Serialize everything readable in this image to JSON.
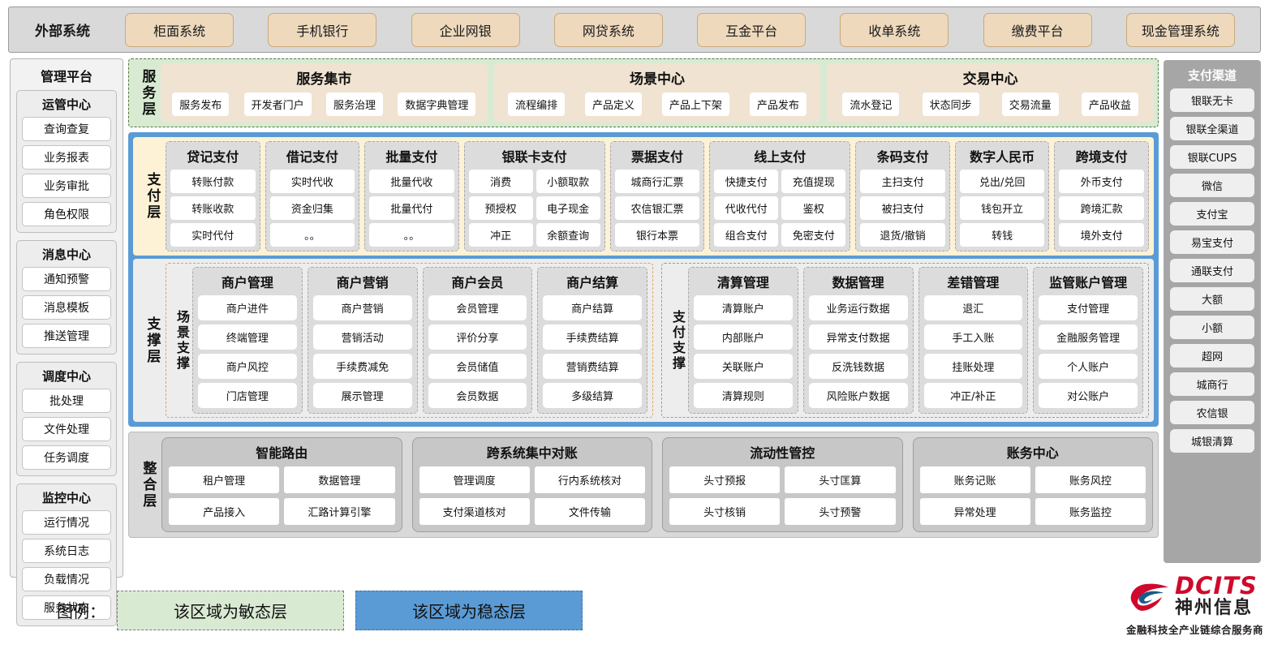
{
  "external": {
    "title": "外部系统",
    "items": [
      "柜面系统",
      "手机银行",
      "企业网银",
      "网贷系统",
      "互金平台",
      "收单系统",
      "缴费平台",
      "现金管理系统"
    ]
  },
  "management": {
    "title": "管理平台",
    "groups": [
      {
        "title": "运管中心",
        "items": [
          "查询查复",
          "业务报表",
          "业务审批",
          "角色权限"
        ]
      },
      {
        "title": "消息中心",
        "items": [
          "通知预警",
          "消息模板",
          "推送管理"
        ]
      },
      {
        "title": "调度中心",
        "items": [
          "批处理",
          "文件处理",
          "任务调度"
        ]
      },
      {
        "title": "监控中心",
        "items": [
          "运行情况",
          "系统日志",
          "负载情况",
          "服务状态"
        ]
      }
    ]
  },
  "channels": {
    "title": "支付渠道",
    "items": [
      "银联无卡",
      "银联全渠道",
      "银联CUPS",
      "微信",
      "支付宝",
      "易宝支付",
      "通联支付",
      "大额",
      "小额",
      "超网",
      "城商行",
      "农信银",
      "城银清算"
    ]
  },
  "service_layer": {
    "label": "服务层",
    "cards": [
      {
        "title": "服务集市",
        "items": [
          "服务发布",
          "开发者门户",
          "服务治理",
          "数据字典管理"
        ]
      },
      {
        "title": "场景中心",
        "items": [
          "流程编排",
          "产品定义",
          "产品上下架",
          "产品发布"
        ]
      },
      {
        "title": "交易中心",
        "items": [
          "流水登记",
          "状态同步",
          "交易流量",
          "产品收益"
        ]
      }
    ]
  },
  "pay_layer": {
    "label": "支付层",
    "cards": [
      {
        "title": "贷记支付",
        "cols": 1,
        "items": [
          "转账付款",
          "转账收款",
          "实时代付"
        ]
      },
      {
        "title": "借记支付",
        "cols": 1,
        "items": [
          "实时代收",
          "资金归集",
          "。。"
        ]
      },
      {
        "title": "批量支付",
        "cols": 1,
        "items": [
          "批量代收",
          "批量代付",
          "。。"
        ]
      },
      {
        "title": "银联卡支付",
        "cols": 2,
        "items": [
          "消费",
          "小额取款",
          "预授权",
          "电子现金",
          "冲正",
          "余额查询"
        ]
      },
      {
        "title": "票据支付",
        "cols": 1,
        "items": [
          "城商行汇票",
          "农信银汇票",
          "银行本票"
        ]
      },
      {
        "title": "线上支付",
        "cols": 2,
        "items": [
          "快捷支付",
          "充值提现",
          "代收代付",
          "鉴权",
          "组合支付",
          "免密支付"
        ]
      },
      {
        "title": "条码支付",
        "cols": 1,
        "items": [
          "主扫支付",
          "被扫支付",
          "退货/撤销"
        ]
      },
      {
        "title": "数字人民币",
        "cols": 1,
        "items": [
          "兑出/兑回",
          "钱包开立",
          "转钱"
        ]
      },
      {
        "title": "跨境支付",
        "cols": 1,
        "items": [
          "外币支付",
          "跨境汇款",
          "境外支付"
        ]
      }
    ]
  },
  "support_layer": {
    "label": "支撑层",
    "blocks": [
      {
        "sublabel": "场景支撑",
        "cards": [
          {
            "title": "商户管理",
            "items": [
              "商户进件",
              "终端管理",
              "商户风控",
              "门店管理"
            ]
          },
          {
            "title": "商户营销",
            "items": [
              "商户营销",
              "营销活动",
              "手续费减免",
              "展示管理"
            ]
          },
          {
            "title": "商户会员",
            "items": [
              "会员管理",
              "评价分享",
              "会员储值",
              "会员数据"
            ]
          },
          {
            "title": "商户结算",
            "items": [
              "商户结算",
              "手续费结算",
              "营销费结算",
              "多级结算"
            ]
          }
        ]
      },
      {
        "sublabel": "支付支撑",
        "cards": [
          {
            "title": "清算管理",
            "items": [
              "清算账户",
              "内部账户",
              "关联账户",
              "清算规则"
            ]
          },
          {
            "title": "数据管理",
            "items": [
              "业务运行数据",
              "异常支付数据",
              "反洗钱数据",
              "风险账户数据"
            ]
          },
          {
            "title": "差错管理",
            "items": [
              "退汇",
              "手工入账",
              "挂账处理",
              "冲正/补正"
            ]
          },
          {
            "title": "监管账户管理",
            "items": [
              "支付管理",
              "金融服务管理",
              "个人账户",
              "对公账户"
            ]
          }
        ]
      }
    ]
  },
  "integration_layer": {
    "label": "整合层",
    "cards": [
      {
        "title": "智能路由",
        "items": [
          "租户管理",
          "数据管理",
          "产品接入",
          "汇路计算引擎"
        ]
      },
      {
        "title": "跨系统集中对账",
        "items": [
          "管理调度",
          "行内系统核对",
          "支付渠道核对",
          "文件传输"
        ]
      },
      {
        "title": "流动性管控",
        "items": [
          "头寸预报",
          "头寸匡算",
          "头寸核销",
          "头寸预警"
        ]
      },
      {
        "title": "账务中心",
        "items": [
          "账务记账",
          "账务风控",
          "异常处理",
          "账务监控"
        ]
      }
    ]
  },
  "legend": {
    "label": "图例：",
    "agile": "该区域为敏态层",
    "stable": "该区域为稳态层"
  },
  "logo": {
    "brand": "DCITS",
    "brand_cn": "神州信息",
    "tagline": "金融科技全产业链综合服务商"
  },
  "colors": {
    "agile_green": "#d9ead3",
    "stable_blue": "#5b9bd5",
    "pay_cream": "#fdf2d5",
    "external_chip": "#eed9bd",
    "brand_red": "#cf0a2c"
  }
}
